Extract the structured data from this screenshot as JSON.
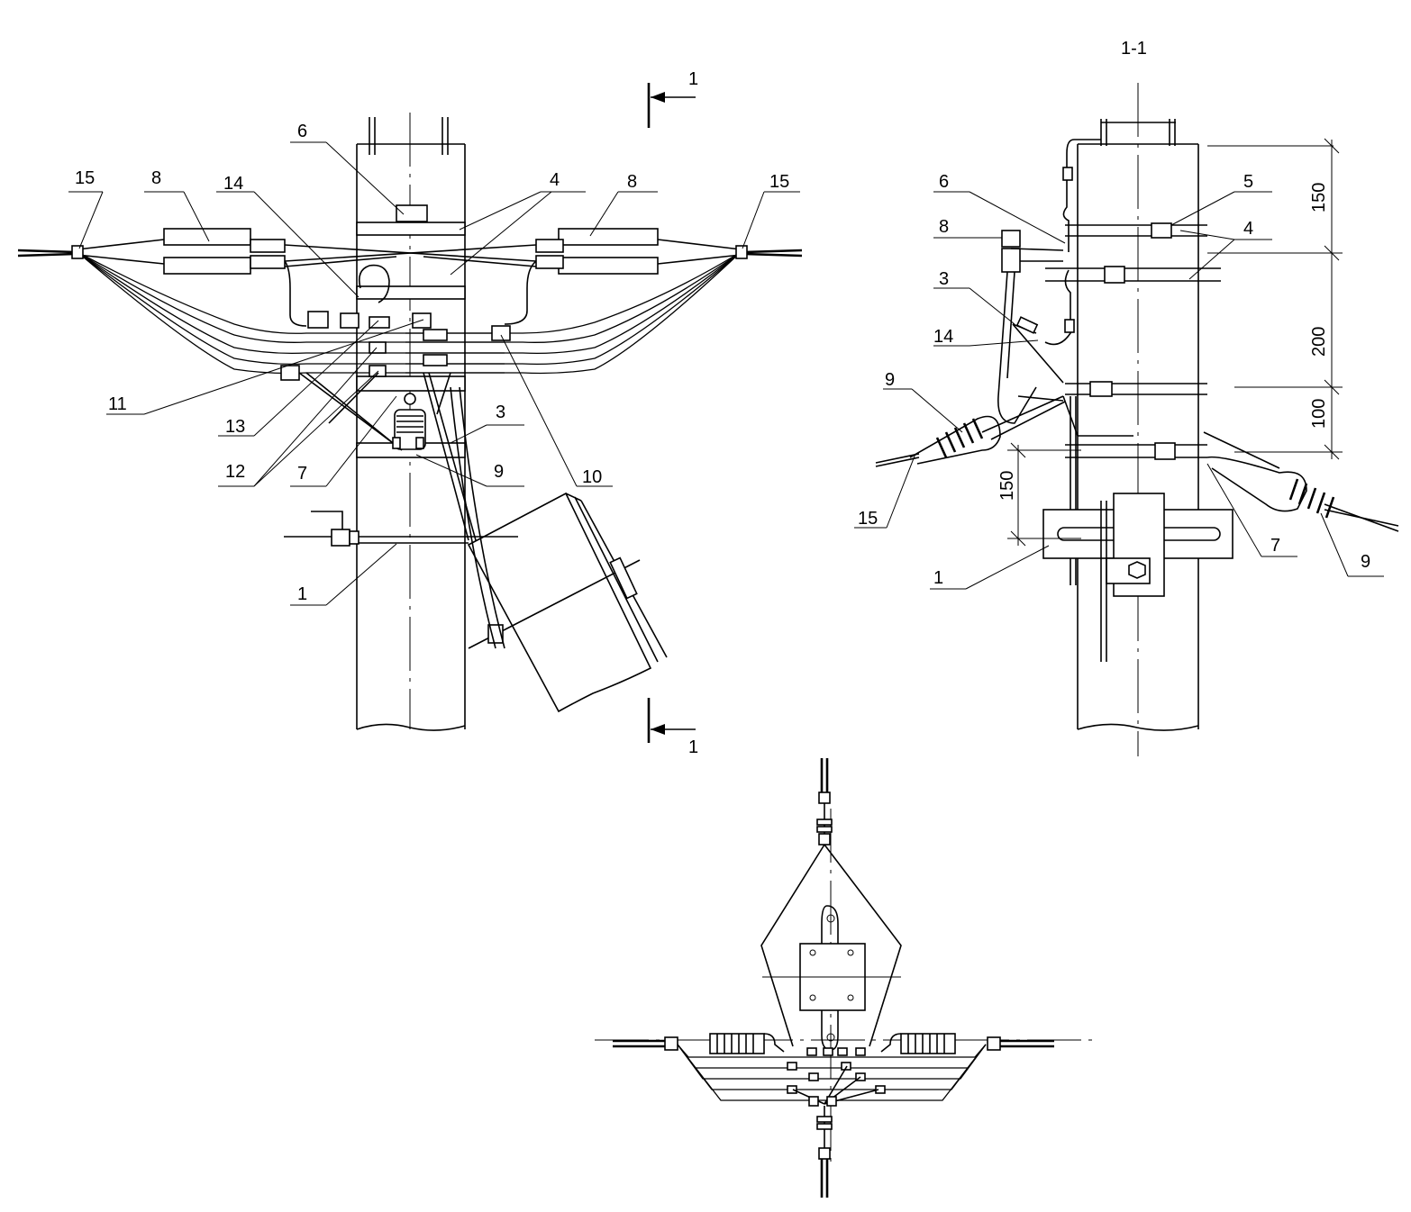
{
  "front_view": {
    "callouts": [
      "15",
      "8",
      "14",
      "6",
      "4",
      "8",
      "15",
      "11",
      "13",
      "12",
      "7",
      "9",
      "3",
      "10",
      "1"
    ]
  },
  "section_marks": {
    "top": "1",
    "bottom": "1"
  },
  "side_view": {
    "title": "1-1",
    "callouts": [
      "6",
      "8",
      "3",
      "14",
      "9",
      "15",
      "1",
      "5",
      "4",
      "7",
      "9"
    ],
    "dimensions": [
      "150",
      "200",
      "100",
      "150"
    ]
  },
  "plan_view": {}
}
